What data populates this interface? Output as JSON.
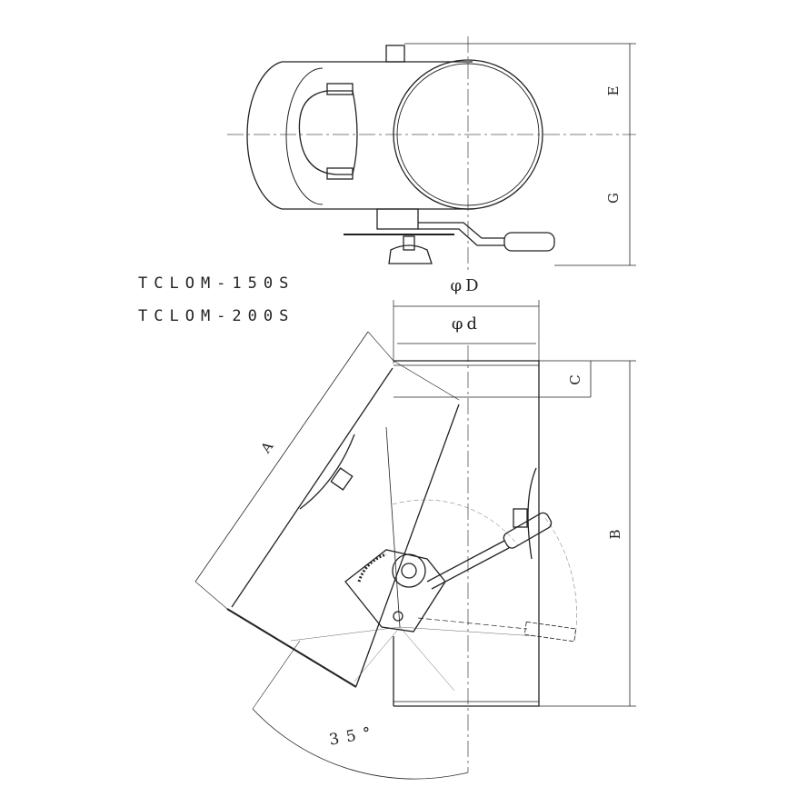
{
  "models": [
    "TCLOM-150S",
    "TCLOM-200S"
  ],
  "dimensions": {
    "outer_diameter": "φD",
    "inner_diameter": "φd",
    "A": "A",
    "B": "B",
    "C": "C",
    "E": "E",
    "G": "G",
    "angle": "35°"
  },
  "colors": {
    "line": "#222222",
    "centerline": "#555555"
  }
}
